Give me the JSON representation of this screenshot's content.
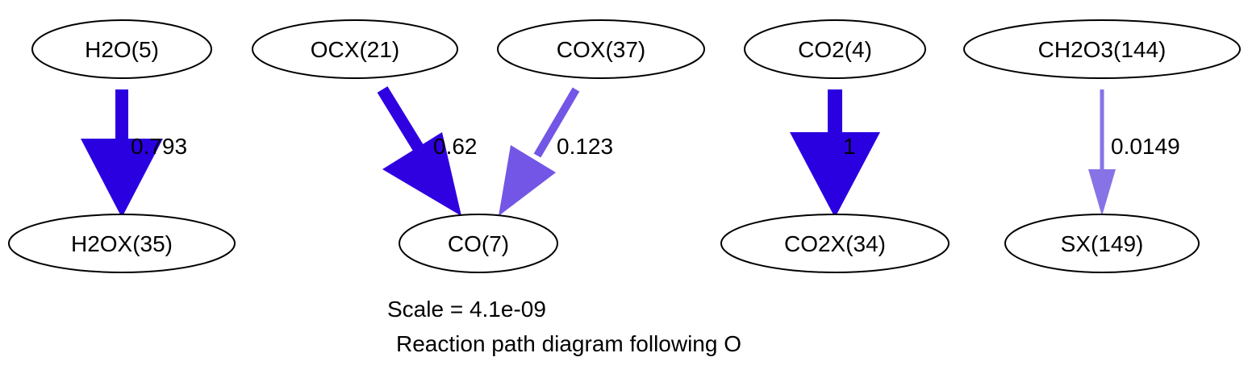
{
  "nodes": {
    "h2o": "H2O(5)",
    "ocx": "OCX(21)",
    "cox": "COX(37)",
    "co2": "CO2(4)",
    "ch2o3": "CH2O3(144)",
    "h2ox": "H2OX(35)",
    "co": "CO(7)",
    "co2x": "CO2X(34)",
    "sx": "SX(149)"
  },
  "edges": [
    {
      "from": "H2O(5)",
      "to": "H2OX(35)",
      "label": "0.793",
      "color": "#2b00e0"
    },
    {
      "from": "OCX(21)",
      "to": "CO(7)",
      "label": "0.62",
      "color": "#2f00e0"
    },
    {
      "from": "COX(37)",
      "to": "CO(7)",
      "label": "0.123",
      "color": "#7356e6"
    },
    {
      "from": "CO2(4)",
      "to": "CO2X(34)",
      "label": "1",
      "color": "#2b00e0"
    },
    {
      "from": "CH2O3(144)",
      "to": "SX(149)",
      "label": "0.0149",
      "color": "#8873e6"
    }
  ],
  "caption": {
    "scale": "Scale = 4.1e-09",
    "title": "Reaction path diagram following O"
  }
}
